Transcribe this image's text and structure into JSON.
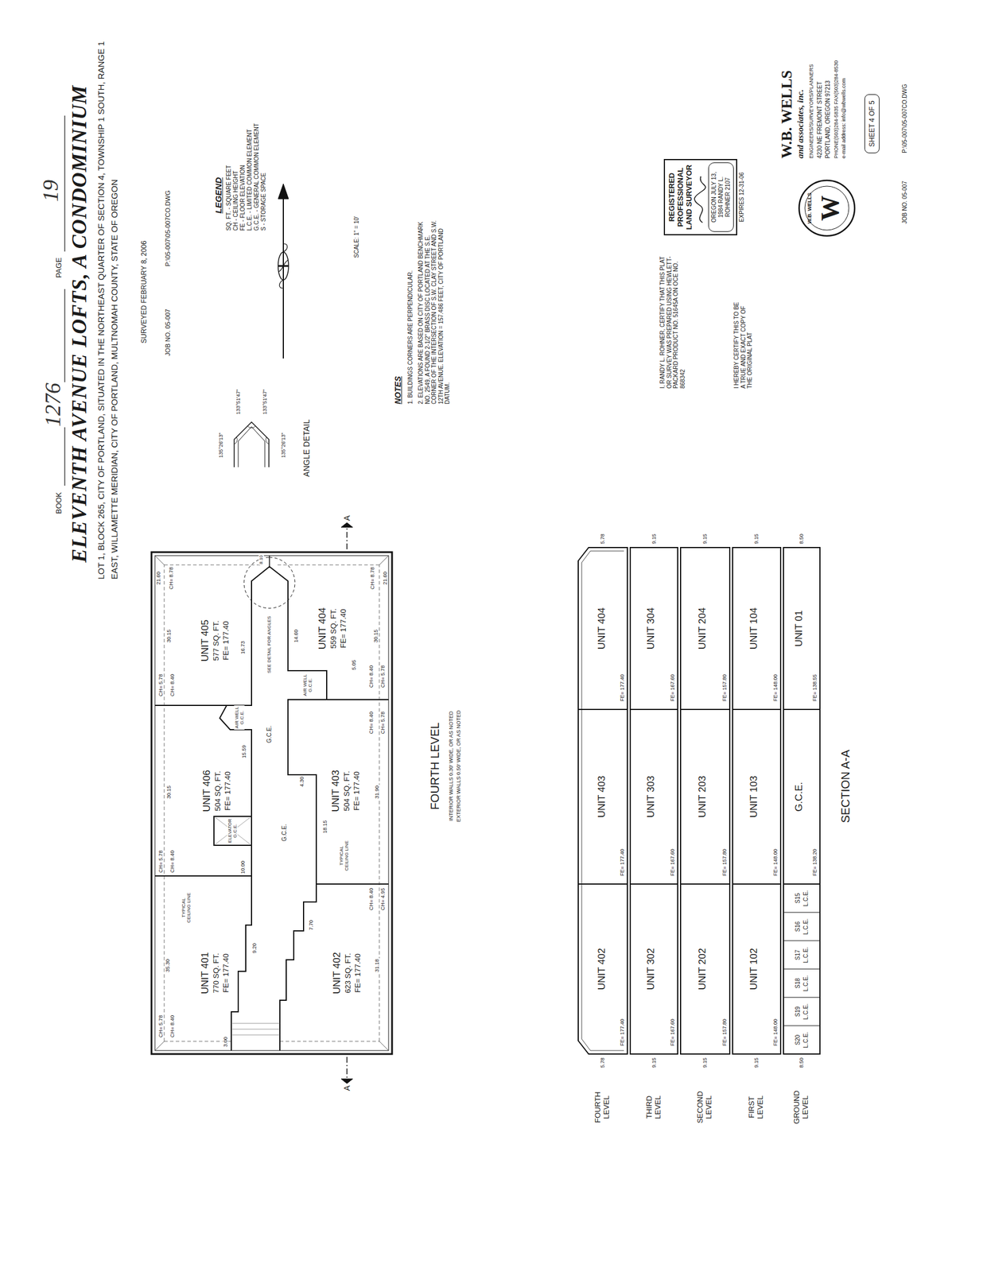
{
  "diagram": {
    "title": "ELEVENTH AVENUE LOFTS, A CONDOMINIUM",
    "nodes": [
      {
        "text": [
          "UNIT 401",
          "770 SQ. FT.",
          "FE= 177.40"
        ]
      },
      {
        "text": [
          "UNIT 402",
          "623 SQ. FT.",
          "FE= 177.40"
        ]
      },
      {
        "text": [
          "UNIT 403",
          "504 SQ. FT.",
          "FE= 177.40"
        ]
      },
      {
        "text": [
          "UNIT 404",
          "559 SQ. FT.",
          "FE= 177.40"
        ]
      },
      {
        "text": [
          "UNIT 405",
          "577 SQ. FT.",
          "FE= 177.40"
        ]
      },
      {
        "text": [
          "UNIT 406",
          "504 SQ. FT.",
          "FE= 177.40"
        ]
      },
      {
        "text": [
          "UNIT 402",
          "FE= 177.40"
        ]
      },
      {
        "text": [
          "UNIT 403",
          "FE= 177.40"
        ]
      },
      {
        "text": [
          "UNIT 404",
          "FE= 177.40"
        ]
      },
      {
        "text": [
          "UNIT 302",
          "FE= 167.60"
        ]
      },
      {
        "text": [
          "UNIT 303",
          "FE= 167.60"
        ]
      },
      {
        "text": [
          "UNIT 304",
          "FE= 167.60"
        ]
      },
      {
        "text": [
          "UNIT 202",
          "FE= 157.80"
        ]
      },
      {
        "text": [
          "UNIT 203",
          "FE= 157.80"
        ]
      },
      {
        "text": [
          "UNIT 204",
          "FE= 157.80"
        ]
      },
      {
        "text": [
          "UNIT 102",
          "FE= 148.00"
        ]
      },
      {
        "text": [
          "UNIT 103",
          "FE= 148.00"
        ]
      },
      {
        "text": [
          "UNIT 104",
          "FE= 148.00"
        ]
      },
      {
        "text": [
          "S20",
          "L.C.E."
        ]
      },
      {
        "text": [
          "S19",
          "L.C.E."
        ]
      },
      {
        "text": [
          "S18",
          "L.C.E."
        ]
      },
      {
        "text": [
          "S17",
          "L.C.E."
        ]
      },
      {
        "text": [
          "S16",
          "L.C.E."
        ]
      },
      {
        "text": [
          "S15",
          "L.C.E."
        ]
      },
      {
        "text": [
          "G.C.E.",
          "FE= 138.20"
        ]
      },
      {
        "text": [
          "UNIT 01",
          "FE= 138.55"
        ]
      },
      {
        "text": [
          "REGISTERED PROFESSIONAL LAND SURVEYOR",
          "OREGON JULY 13, 1984 RANDY L. ROHNER 2107",
          "EXPIRES 12-31-06"
        ]
      },
      {
        "text": [
          "SHEET 4 OF 5"
        ]
      }
    ],
    "labels": [
      "BOOK",
      "1276",
      "PAGE",
      "19",
      "LOT 1, BLOCK 265, CITY OF PORTLAND, SITUATED IN THE NORTHEAST QUARTER OF SECTION 4, TOWNSHIP 1 SOUTH, RANGE 1 EAST, WILLAMETTE MERIDIAN, CITY OF PORTLAND, MULTNOMAH COUNTY, STATE OF OREGON",
      "SURVEYED FEBRUARY 8, 2006",
      "JOB NO. 05-007",
      "P:\\05-007\\05-007CO.DWG",
      "LEGEND",
      "SQ. FT. - SQUARE FEET",
      "CH - CEILING HEIGHT",
      "FE - FLOOR ELEVATION",
      "L.C.E. - LIMITED COMMON ELEMENT",
      "G.C.E. - GENERAL COMMON ELEMENT",
      "S - STORAGE SPACE",
      "SCALE: 1\" = 10'",
      "NOTES",
      "1. BUILDINGS CORNERS ARE PERPENDICULAR.",
      "2. ELEVATIONS ARE BASED ON CITY OF PORTLAND BENCHMARK NO. 2549, A FOUND 2-1/2\" BRASS DISC LOCATED AT THE S.E. CORNER OF THE INTERSECTION OF S.W. CLAY STREET AND S.W. 12TH AVENUE. ELEVATION = 157.486 FEET, CITY OF PORTLAND DATUM.",
      "ANGLE DETAIL",
      "135°26'13\"",
      "133°51'47\"",
      "133°51'47\"",
      "135°26'13\"",
      "I, RANDY L. ROHNER, CERTIFY THAT THIS PLAT OR SURVEY WAS PREPARED USING HEWLETT-PACKARD PRODUCT NO. 51645A ON OCE NO. 868342",
      "I HEREBY CERTIFY THIS TO BE A TRUE AND EXACT COPY OF THE ORIGINAL PLAT",
      "W",
      "W.B. WELLS",
      "W.B. WELLS",
      "and associates, inc.",
      "ENGINEERS/SURVEYORS/PLANNERS",
      "4230 NE FREMONT STREET",
      "PORTLAND, OREGON 97213",
      "PHONE(503)284-5835 FAX(503)284-8530",
      "e-mail address: info@wbwells.com",
      "JOB NO. 05-007",
      "P:\\05-007\\05-007CO.DWG",
      "FOURTH LEVEL",
      "INTERIOR WALLS 0.30' WIDE, OR AS NOTED",
      "EXTERIOR WALLS 0.50' WIDE, OR AS NOTED",
      "A",
      "A",
      "SEE DETAIL FOR ANGLES",
      "G.C.E.",
      "G.C.E.",
      "AIR WELL G.C.E.",
      "AIR WELL G.C.E.",
      "ELEVATOR G.C.E.",
      "TYPICAL CEILING LINE",
      "TYPICAL CEILING LINE",
      "21.60",
      "CH= 8.78",
      "30.15",
      "CH= 5.78",
      "CH= 8.40",
      "16.73",
      "8.10",
      "21.60",
      "CH= 8.78",
      "30.15",
      "CH= 5.78",
      "CH= 8.40",
      "14.60",
      "5.05",
      "30.15",
      "CH= 5.78",
      "CH= 8.40",
      "15.59",
      "10.00",
      "31.90",
      "CH= 5.78",
      "CH= 8.40",
      "18.15",
      "4.30",
      "35.30",
      "CH= 5.78",
      "CH= 8.40",
      "9.20",
      "31.18",
      "CH= 4.95",
      "CH= 8.40",
      "7.70",
      "3.00",
      "FOURTH LEVEL",
      "THIRD LEVEL",
      "SECOND LEVEL",
      "FIRST LEVEL",
      "GROUND LEVEL",
      "5.78",
      "9.15",
      "9.15",
      "9.15",
      "8.50",
      "5.78",
      "9.15",
      "9.15",
      "9.15",
      "8.50",
      "SECTION A-A"
    ]
  }
}
